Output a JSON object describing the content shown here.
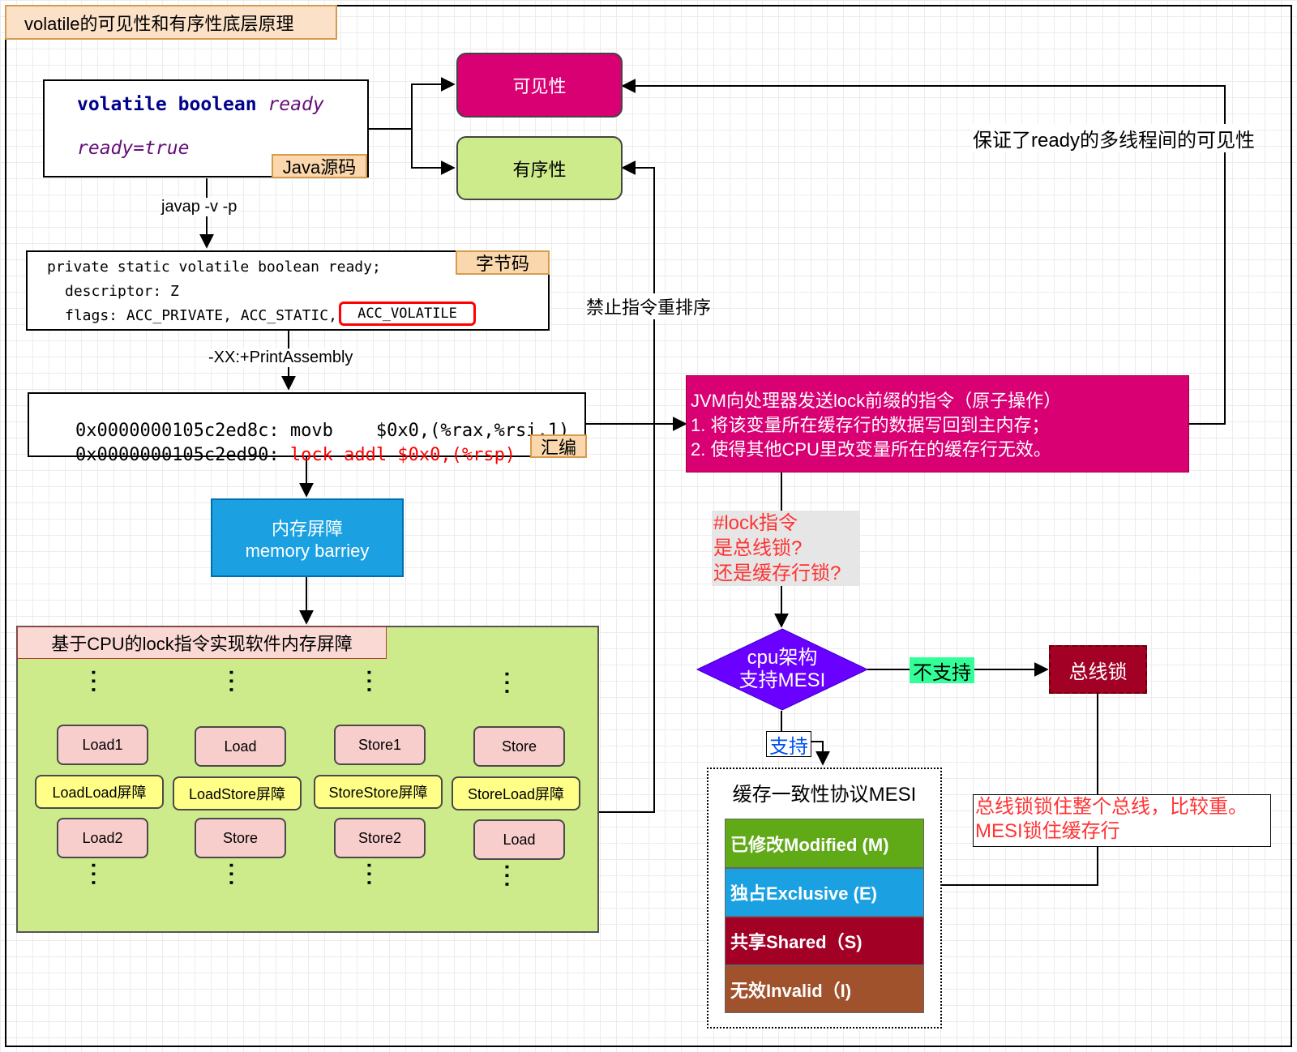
{
  "title": "volatile的可见性和有序性底层原理",
  "java_source": {
    "line1_kw1": "volatile",
    "line1_kw2": "boolean",
    "line1_var": "ready",
    "line2": "ready=true",
    "tag": "Java源码"
  },
  "step1_label": "javap -v -p",
  "bytecode": {
    "line1": "private static volatile boolean ready;",
    "line2": "descriptor: Z",
    "line3_prefix": "flags: ACC_PRIVATE, ACC_STATIC,",
    "line3_highlight": "ACC_VOLATILE",
    "tag": "字节码"
  },
  "step2_label": "-XX:+PrintAssembly",
  "assembly": {
    "line1_addr": "0x0000000105c2ed8c:",
    "line1_instr": "movb    $0x0,(%rax,%rsi,1)",
    "line2_addr": "0x0000000105c2ed90:",
    "line2_instr": "lock addl $0x0,(%rsp)",
    "tag": "汇编"
  },
  "visibility": "可见性",
  "ordering": "有序性",
  "memory_barrier": {
    "line1": "内存屏障",
    "line2": "memory barriey"
  },
  "barrier_group": {
    "title": "基于CPU的lock指令实现软件内存屏障",
    "columns": [
      {
        "top": "Load1",
        "barrier": "LoadLoad屏障",
        "bottom": "Load2"
      },
      {
        "top": "Load",
        "barrier": "LoadStore屏障",
        "bottom": "Store"
      },
      {
        "top": "Store1",
        "barrier": "StoreStore屏障",
        "bottom": "Store2"
      },
      {
        "top": "Store",
        "barrier": "StoreLoad屏障",
        "bottom": "Load"
      }
    ]
  },
  "reorder_label": "禁止指令重排序",
  "visibility_label": "保证了ready的多线程间的可见性",
  "jvm_box": {
    "line1": "JVM向处理器发送lock前缀的指令（原子操作）",
    "line2": "1. 将该变量所在缓存行的数据写回到主内存；",
    "line3": "2. 使得其他CPU里改变量所在的缓存行无效。"
  },
  "lock_question": {
    "line1": "#lock指令",
    "line2": "是总线锁?",
    "line3": "还是缓存行锁?"
  },
  "cpu_decision": {
    "line1": "cpu架构",
    "line2": "支持MESI"
  },
  "not_support": "不支持",
  "support": "支持",
  "bus_lock": "总线锁",
  "bus_lock_note": {
    "line1": "总线锁锁住整个总线，比较重。",
    "line2": "MESI锁住缓存行"
  },
  "mesi": {
    "title": "缓存一致性协议MESI",
    "states": [
      {
        "label": "已修改Modified (M)",
        "color": "#60a917"
      },
      {
        "label": "独占Exclusive (E)",
        "color": "#1ba1e2"
      },
      {
        "label": "共享Shared（S)",
        "color": "#a20025"
      },
      {
        "label": "无效Invalid（I)",
        "color": "#a0522d"
      }
    ]
  },
  "colors": {
    "visibility_fill": "#d80073",
    "ordering_fill": "#cdeb8b",
    "barrier_fill": "#1ba1e2",
    "group_fill": "#cdeb8b",
    "jvm_fill": "#d80073",
    "decision_fill": "#6a00ff",
    "bus_lock_fill": "#a20025",
    "highlight_red": "#ff0000"
  }
}
